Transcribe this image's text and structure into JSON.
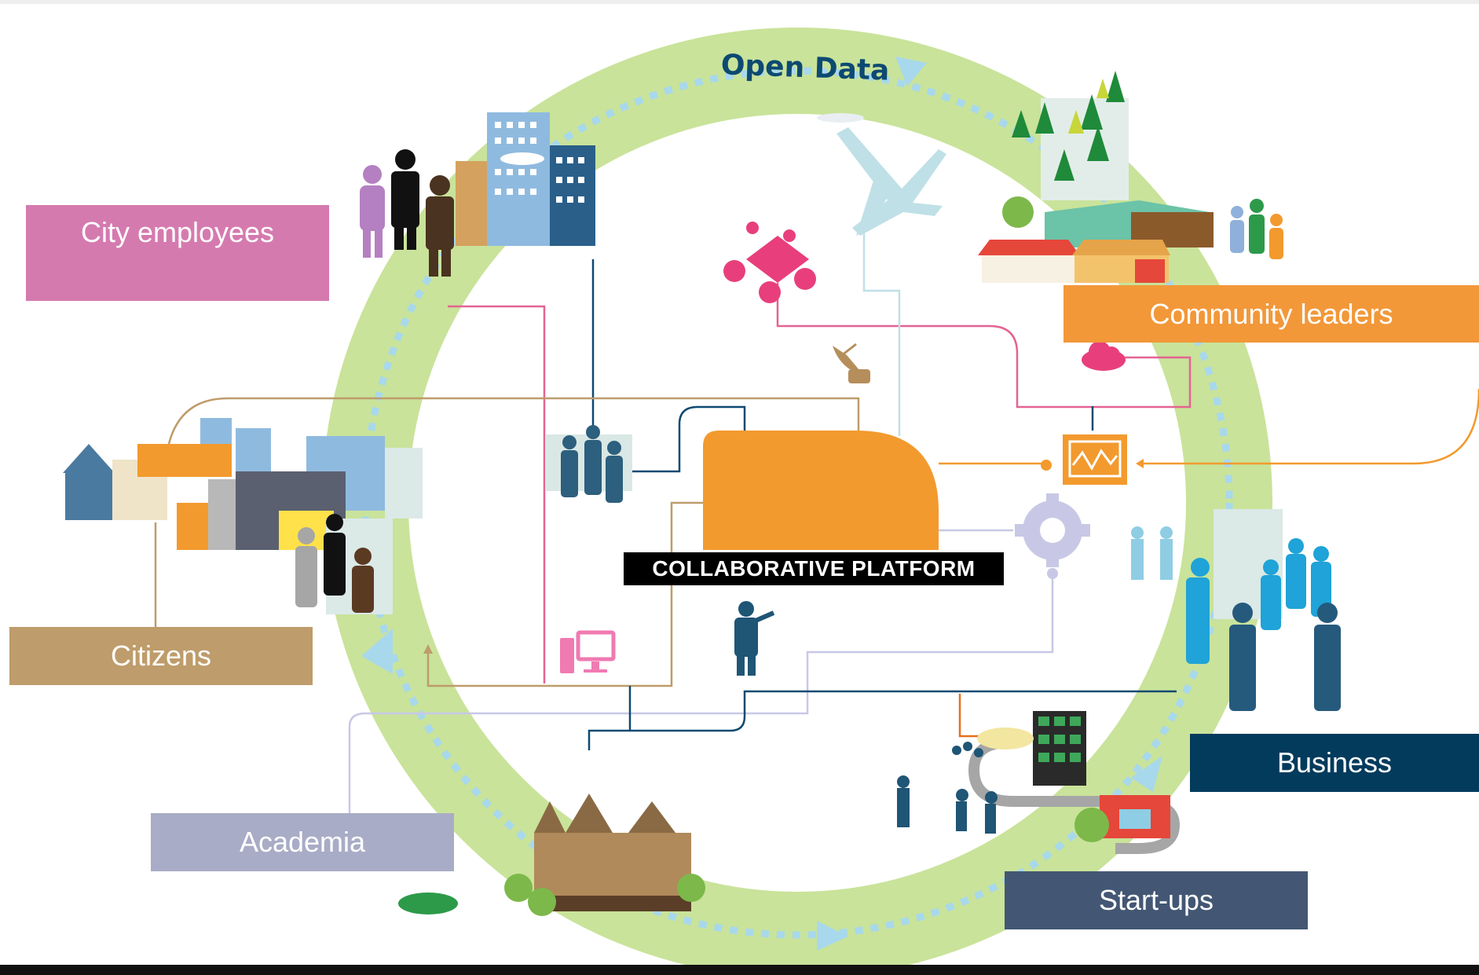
{
  "diagram": {
    "ring_label": "Open Data",
    "center_label": "COLLABORATIVE PLATFORM",
    "stakeholders": {
      "city_employees": "City employees",
      "community_leaders": "Community leaders",
      "citizens": "Citizens",
      "business": "Business",
      "academia": "Academia",
      "startups": "Start-ups"
    }
  },
  "colors": {
    "ring": "#c9e39a",
    "ring_dots": "#a8d8ec",
    "platform": "#f29a2e",
    "city_employees": "#d57aaf",
    "community_leaders": "#f29839",
    "citizens": "#be9c6b",
    "business": "#033b5d",
    "academia": "#a9acc6",
    "startups": "#435774"
  },
  "icons": [
    "airplane-icon",
    "meeting-table-icon",
    "satellite-dish-icon",
    "cloud-icon",
    "monitor-chart-icon",
    "gear-icon",
    "people-group-icon",
    "computer-icon",
    "presenter-icon",
    "office-buildings-icon",
    "houses-icon",
    "forest-village-icon",
    "university-building-icon",
    "business-people-icon",
    "startup-road-icon"
  ]
}
